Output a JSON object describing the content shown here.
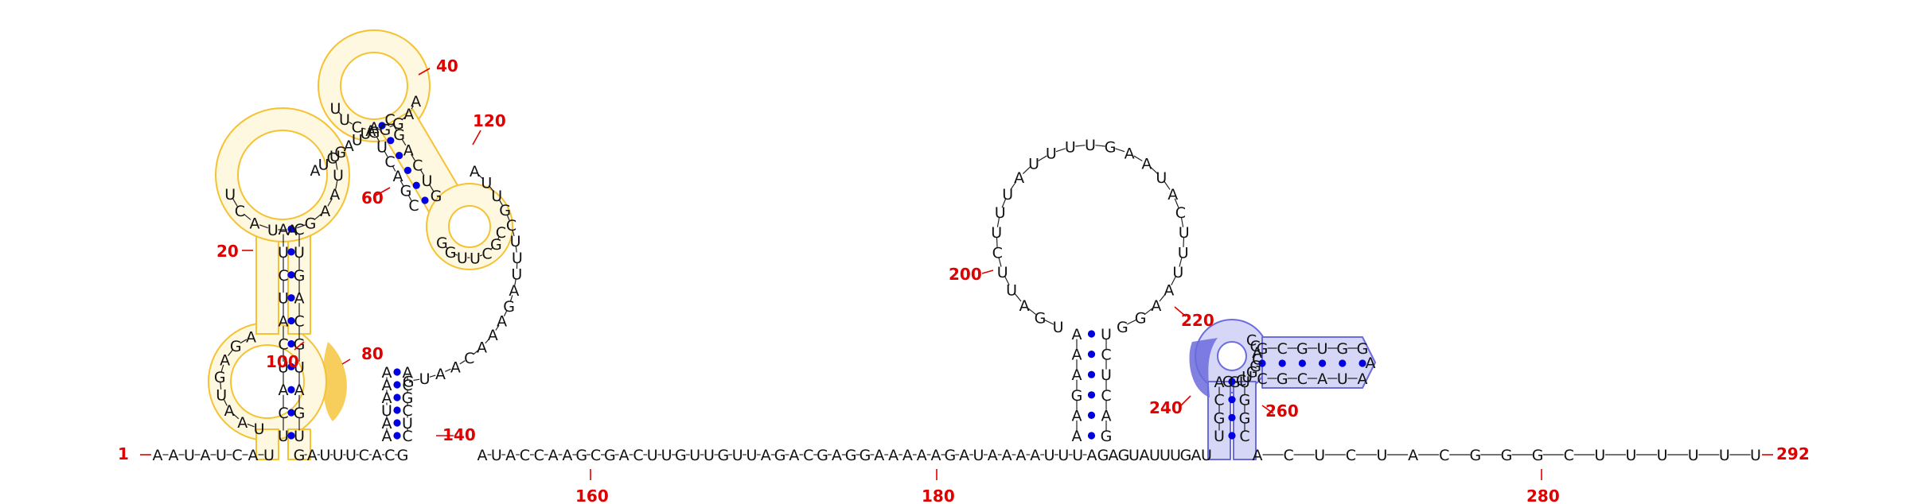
{
  "sequence": "AAUAUCAUGAUUUCACGAUACCAAGCGACUUGUUGUUAGACGAGGAAAAAGAUAAAAUUUAGAGUAUUUGAUACUCUACGGGCUUUUUU",
  "end_labels": [
    "1",
    "292"
  ],
  "baseline_numbers": [
    "160",
    "180",
    "280"
  ],
  "structure_numbers": [
    "20",
    "40",
    "60",
    "80",
    "100",
    "120",
    "140",
    "200",
    "220",
    "240",
    "260"
  ],
  "highlight_colors": {
    "yellow_region": "#f5c233",
    "yellow_fill": "#fff8e0",
    "blue_region": "#6b6bdd",
    "blue_fill": "#d6d6f7"
  },
  "left_structure": {
    "stem_5p": "UCAUCAUCUA",
    "stem_3p": "UGAUGCAGUC",
    "lower_loop": "AGAGUAAU",
    "upper_loop": "UCAUAGAAUU",
    "hairpin_loop": "UUCAGGAA",
    "hairpin_stem": "GUCAGC",
    "small_loop": "GGUUCGC",
    "junction": "AUCGAUUA",
    "long_arc": "AUUGCUUUAGAAACAAUG",
    "small_helix": "AAAUAAACGCUCC"
  },
  "middle_loop": {
    "loop": "UGAUUCUUUAUUUUGAAUACUUUAAGG",
    "stem_left": "AAGAAA",
    "stem_right": "GACUCU"
  },
  "right_structure": {
    "stem_left": "UGCA",
    "stem_right": "CGGU",
    "loop": "CGCUGGCACC",
    "arm_top": "GCGUGG",
    "arm_bottom": "CGCAUA",
    "arm_tip": "A"
  }
}
